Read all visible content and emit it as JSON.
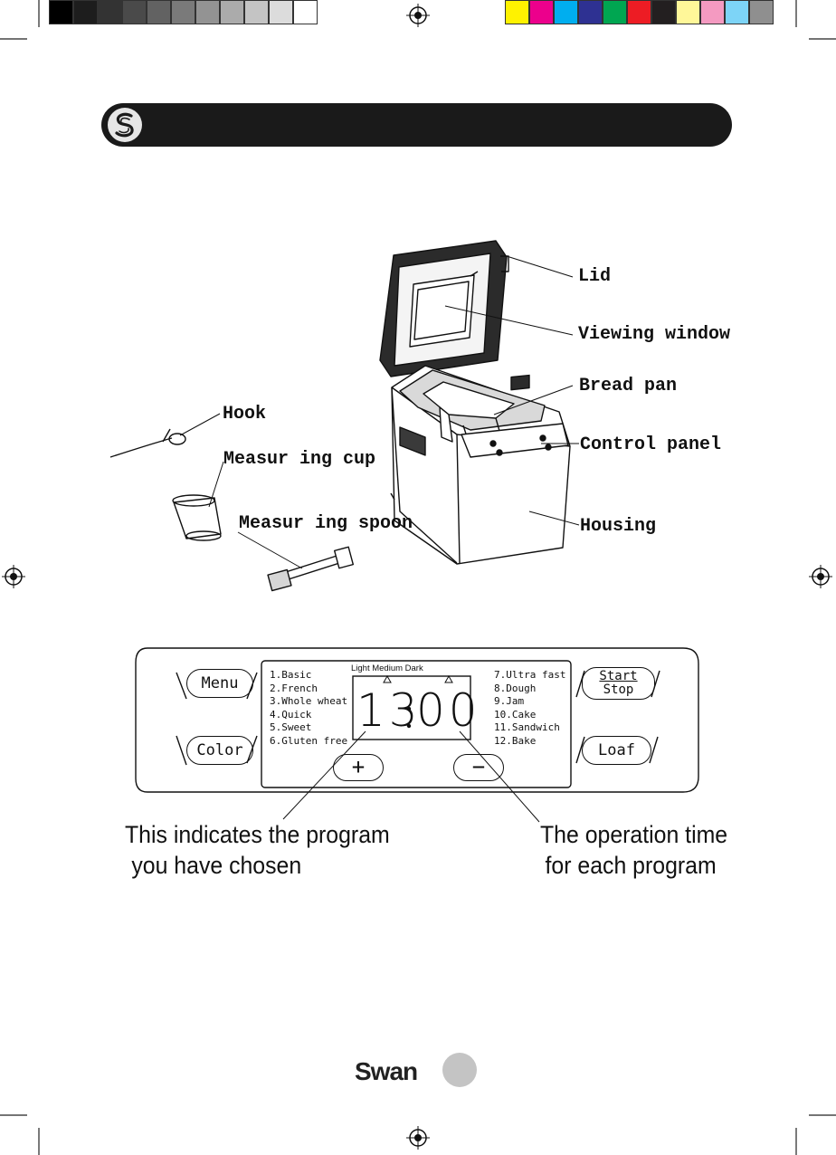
{
  "print_marks": {
    "gray_swatches": [
      "#000000",
      "#1d1d1d",
      "#333333",
      "#4a4a4a",
      "#626262",
      "#7a7a7a",
      "#939393",
      "#ababab",
      "#c4c4c4",
      "#dcdcdc",
      "#ffffff"
    ],
    "color_swatches": [
      "#fff200",
      "#ec008c",
      "#00aeef",
      "#2e3192",
      "#00a651",
      "#ed1c24",
      "#231f20",
      "#fff799",
      "#f49ac1",
      "#7dd4f7",
      "#8f8f8f"
    ]
  },
  "parts_labels": {
    "lid": "Lid",
    "viewing_window": "Viewing window",
    "bread_pan": "Bread pan",
    "control_panel": "Control panel",
    "housing": "Housing",
    "hook": "Hook",
    "measuring_cup": "Measur ing cup",
    "measuring_spoon": "Measur ing spoon"
  },
  "control_panel": {
    "buttons": {
      "menu": "Menu",
      "color": "Color",
      "start": "Start",
      "stop": "Stop",
      "loaf": "Loaf",
      "plus": "+",
      "minus": "−"
    },
    "programs_left": [
      "1.Basic",
      "2.French",
      "3.Whole wheat",
      "4.Quick",
      "5.Sweet",
      "6.Gluten free"
    ],
    "programs_right": [
      "7.Ultra fast",
      "8.Dough",
      "9.Jam",
      "10.Cake",
      "11.Sandwich",
      "12.Bake"
    ],
    "crust_scale": "Light Medium Dark",
    "display_hours": "13",
    "display_minutes": "00"
  },
  "captions": {
    "program_line1": "This indicates the program",
    "program_line2": "you have chosen",
    "time_line1": "The operation time",
    "time_line2": "for each program"
  },
  "footer": {
    "brand": "Swan"
  }
}
